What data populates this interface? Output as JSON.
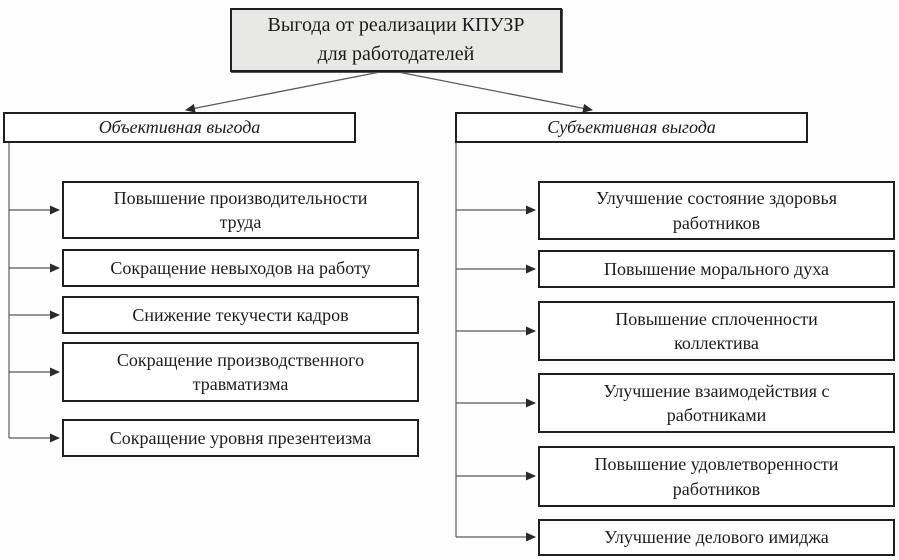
{
  "diagram": {
    "title": "Выгода от реализации КПУЗР для работодателей",
    "root": {
      "text": "Выгода от реализации КПУЗР\nдля работодателей"
    },
    "left_branch": {
      "title": "Объективная выгода",
      "items": [
        "Повышение производительности\nтруда",
        "Сокращение невыходов на работу",
        "Снижение текучести кадров",
        "Сокращение производственного\nтравматизма",
        "Сокращение уровня презентеизма"
      ]
    },
    "right_branch": {
      "title": "Субъективная выгода",
      "items": [
        "Улучшение состояние здоровья\nработников",
        "Повышение морального духа",
        "Повышение сплоченности\nколлектива",
        "Улучшение взаимодействия с\nработниками",
        "Повышение удовлетворенности\nработников",
        "Улучшение делового имиджа"
      ]
    },
    "colors": {
      "root_fill": "#e8e8e7",
      "box_border": "#1f1f1f",
      "connector": "#5a5a5a",
      "arrowhead": "#2a2a2a",
      "background": "#fefefe"
    }
  }
}
